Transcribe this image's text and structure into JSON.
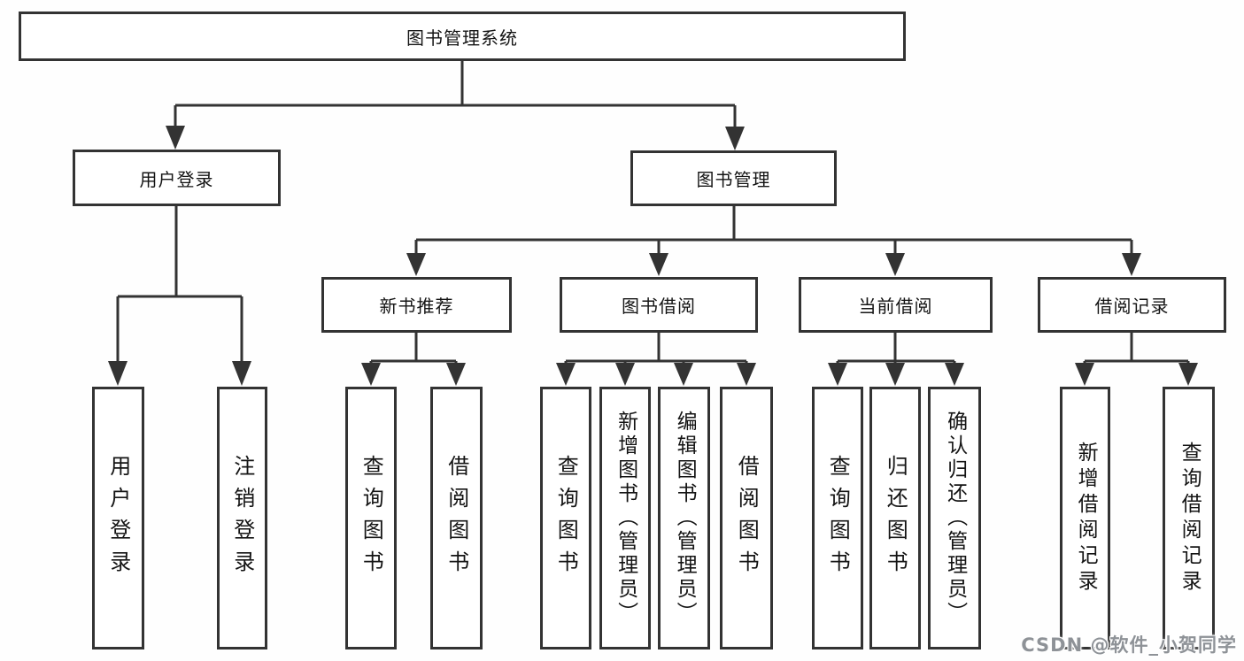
{
  "diagram": {
    "title": "图书管理系统",
    "type": "functional-structure-tree",
    "tree": {
      "label": "图书管理系统",
      "children": [
        {
          "label": "用户登录",
          "children": [
            {
              "label": "用户登录"
            },
            {
              "label": "注销登录"
            }
          ]
        },
        {
          "label": "图书管理",
          "children": [
            {
              "label": "新书推荐",
              "children": [
                {
                  "label": "查询图书"
                },
                {
                  "label": "借阅图书"
                }
              ]
            },
            {
              "label": "图书借阅",
              "children": [
                {
                  "label": "查询图书"
                },
                {
                  "label": "新增图书（管理员）"
                },
                {
                  "label": "编辑图书（管理员）"
                },
                {
                  "label": "借阅图书"
                }
              ]
            },
            {
              "label": "当前借阅",
              "children": [
                {
                  "label": "查询图书"
                },
                {
                  "label": "归还图书"
                },
                {
                  "label": "确认归还（管理员）"
                }
              ]
            },
            {
              "label": "借阅记录",
              "children": [
                {
                  "label": "新增借阅记录"
                },
                {
                  "label": "查询借阅记录"
                }
              ]
            }
          ]
        }
      ]
    },
    "colors": {
      "line": "#333333",
      "box_border": "#333333",
      "box_background": "#ffffff",
      "text": "#141414",
      "watermark": "#8e9297",
      "background": "#ffffff"
    }
  },
  "watermark": {
    "text": "CSDN @软件_小贺同学"
  }
}
